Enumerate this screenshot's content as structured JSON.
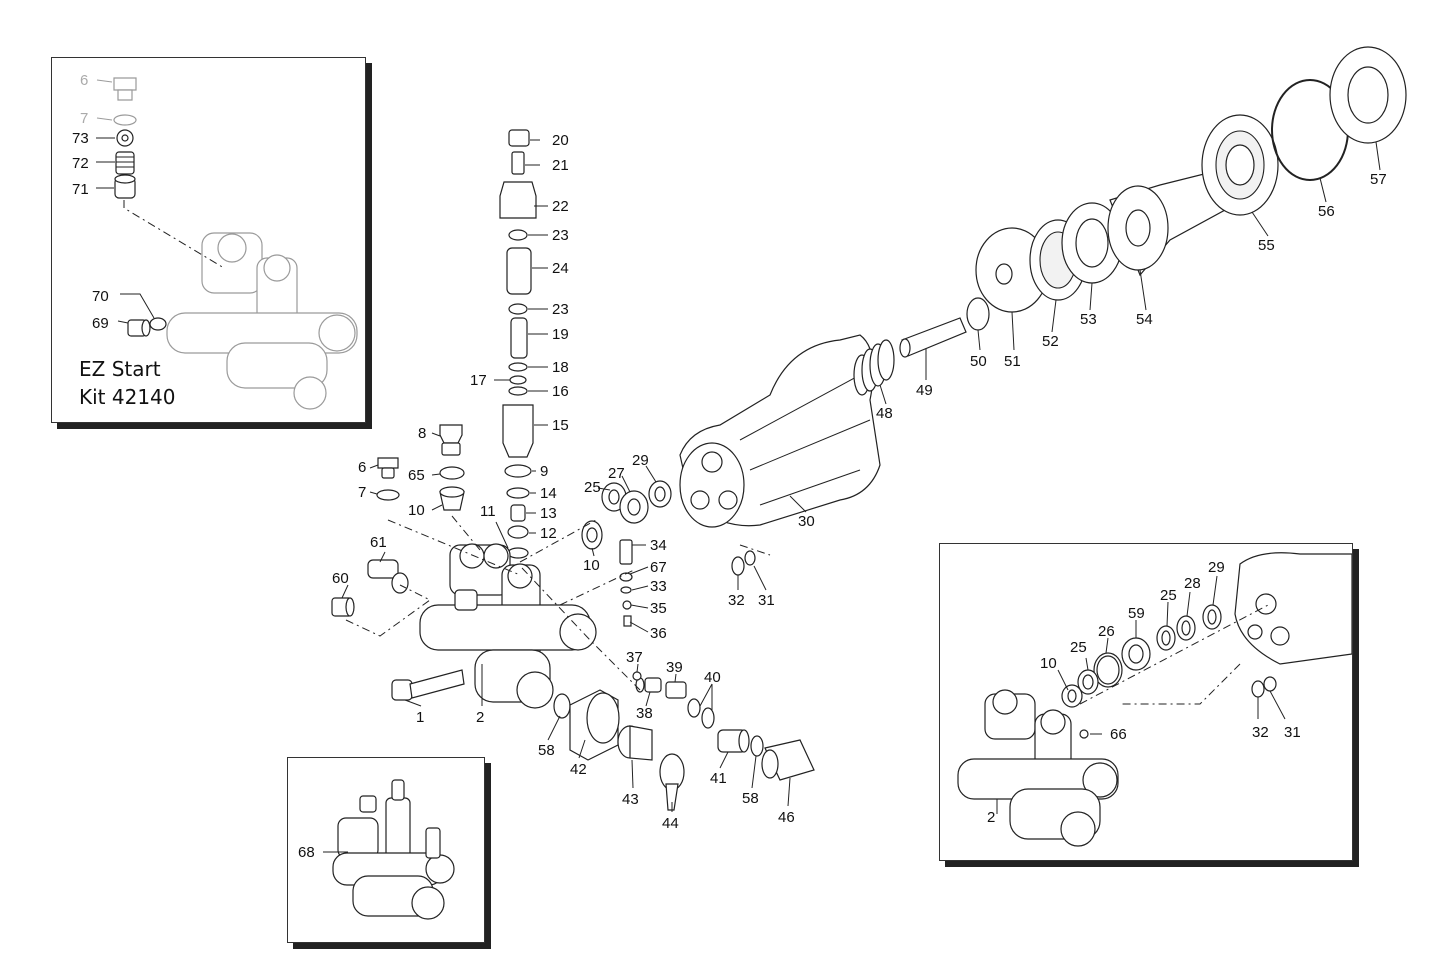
{
  "kit": {
    "line1": "EZ Start",
    "line2": "Kit 42140"
  },
  "labels": {
    "p1": "1",
    "p2": "2",
    "p6": "6",
    "p7": "7",
    "p8": "8",
    "p9": "9",
    "p10": "10",
    "p11": "11",
    "p12": "12",
    "p13": "13",
    "p14": "14",
    "p15": "15",
    "p16": "16",
    "p17": "17",
    "p18": "18",
    "p19": "19",
    "p20": "20",
    "p21": "21",
    "p22": "22",
    "p23a": "23",
    "p23b": "23",
    "p24": "24",
    "p25": "25",
    "p27": "27",
    "p29": "29",
    "p30": "30",
    "p31": "31",
    "p32": "32",
    "p33": "33",
    "p34": "34",
    "p35": "35",
    "p36": "36",
    "p37": "37",
    "p38": "38",
    "p39": "39",
    "p40": "40",
    "p41": "41",
    "p42": "42",
    "p43": "43",
    "p44": "44",
    "p46": "46",
    "p48": "48",
    "p49": "49",
    "p50": "50",
    "p51": "51",
    "p52": "52",
    "p53": "53",
    "p54": "54",
    "p55": "55",
    "p56": "56",
    "p57": "57",
    "p58a": "58",
    "p58b": "58",
    "p60": "60",
    "p61": "61",
    "p65": "65",
    "p67": "67"
  },
  "inset_kit": {
    "l6": "6",
    "l7": "7",
    "l73": "73",
    "l72": "72",
    "l71": "71",
    "l70": "70",
    "l69": "69"
  },
  "inset_68": {
    "l68": "68"
  },
  "inset_alt": {
    "l2": "2",
    "l10": "10",
    "l25a": "25",
    "l26": "26",
    "l59": "59",
    "l25b": "25",
    "l28": "28",
    "l29": "29",
    "l66": "66",
    "l32": "32",
    "l31": "31"
  }
}
